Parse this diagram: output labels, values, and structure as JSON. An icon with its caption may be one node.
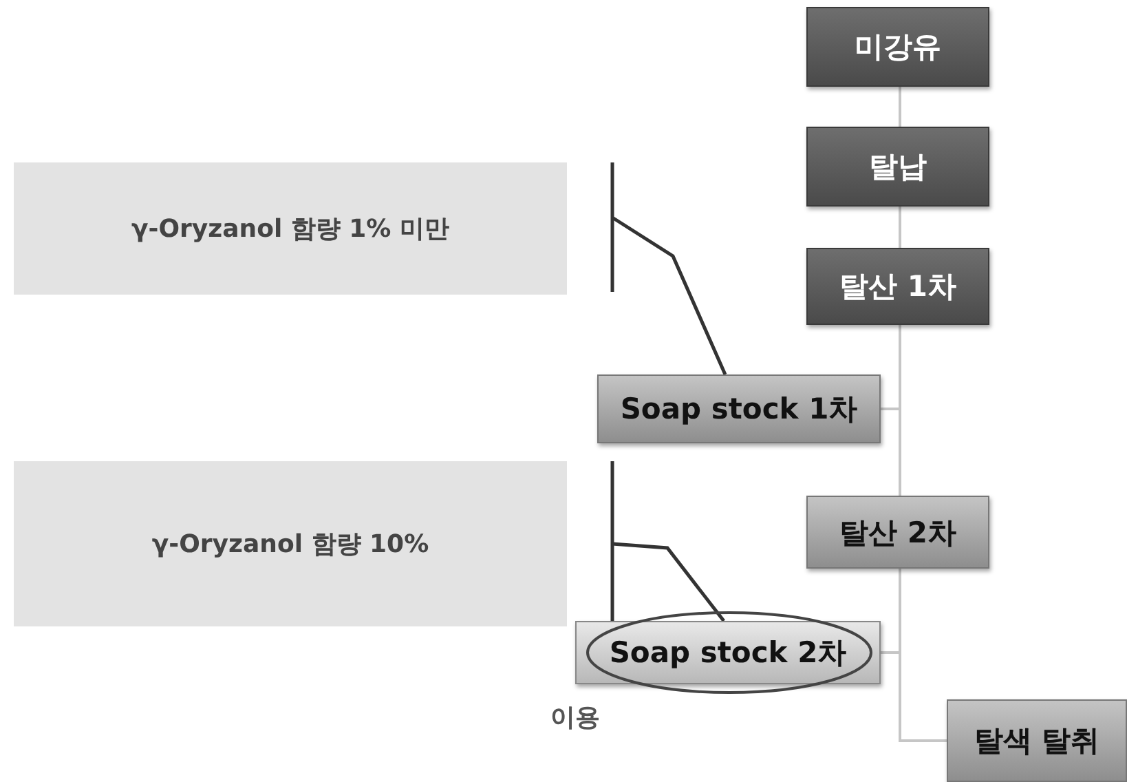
{
  "diagram": {
    "nodes": [
      {
        "text": [
          "미강유"
        ]
      },
      {
        "text": [
          "탈납"
        ]
      },
      {
        "text": [
          "탈산 1차"
        ]
      },
      {
        "text": [
          "Soap stock 1차"
        ]
      },
      {
        "text": [
          "탈산 2차"
        ]
      },
      {
        "text": [
          "Soap stock 2차"
        ]
      },
      {
        "text": [
          "탈색 탈취"
        ]
      },
      {
        "text": [
          "γ-Oryzanol 함량 1% 미만"
        ]
      },
      {
        "text": [
          "γ-Oryzanol 함량 10%"
        ]
      }
    ],
    "edges": [
      {
        "from": 0,
        "to": 1,
        "arrow": "none"
      },
      {
        "from": 1,
        "to": 2,
        "arrow": "none"
      },
      {
        "from": 2,
        "to": 3,
        "arrow": "none"
      },
      {
        "from": 2,
        "to": 4,
        "arrow": "none"
      },
      {
        "from": 4,
        "to": 5,
        "arrow": "none"
      },
      {
        "from": 4,
        "to": 6,
        "arrow": "none"
      },
      {
        "from": 7,
        "to": 3,
        "arrow": "none",
        "color": "#333333"
      },
      {
        "from": 8,
        "to": 5,
        "arrow": "none",
        "color": "#333333"
      }
    ],
    "labels": [
      "이용"
    ]
  }
}
